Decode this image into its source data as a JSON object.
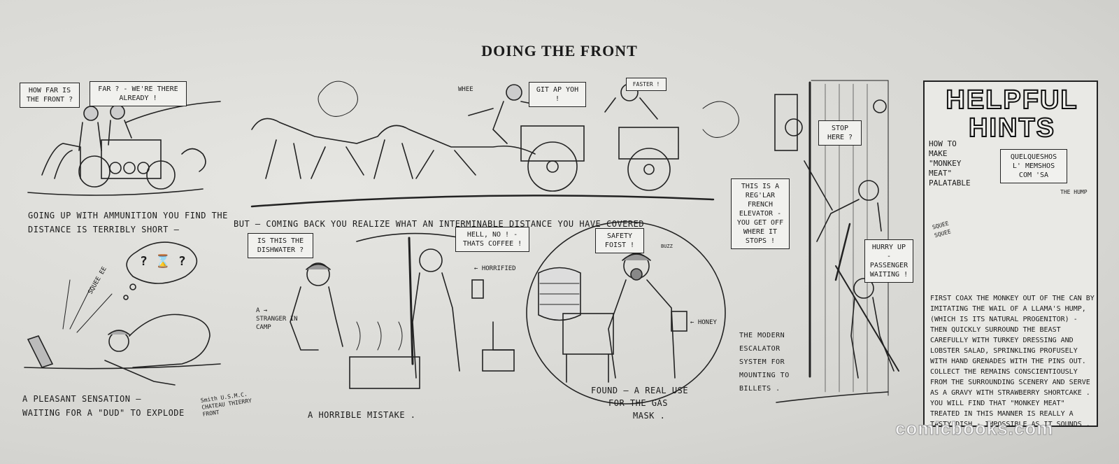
{
  "title": "DOING THE FRONT",
  "panels": {
    "p1": {
      "bubble_a": "HOW FAR IS THE FRONT ?",
      "bubble_b": "FAR ? - WE'RE THERE ALREADY !",
      "caption_1": "GOING UP WITH AMMUNITION YOU FIND THE",
      "caption_2": "DISTANCE IS TERRIBLY SHORT —"
    },
    "p2": {
      "sound": "WHEE",
      "bubble_a": "GIT AP YOH !",
      "bubble_b": "FASTER !",
      "caption": "BUT — COMING BACK YOU REALIZE WHAT AN INTERMINABLE DISTANCE YOU HAVE COVERED"
    },
    "p3": {
      "sound": "SQUEE EE",
      "thought": "? ⌛ ?",
      "caption_1": "A PLEASANT SENSATION —",
      "caption_2": "WAITING FOR A \"DUD\" TO EXPLODE",
      "signature": "Smith U.S.M.C. CHATEAU THIERRY FRONT"
    },
    "p4": {
      "bubble_a": "IS THIS THE DISHWATER ?",
      "bubble_b": "HELL, NO ! - THATS COFFEE !",
      "label_stranger": "A → STRANGER IN CAMP",
      "label_horrified": "← HORRIFIED",
      "caption": "A HORRIBLE MISTAKE ."
    },
    "p5": {
      "bubble": "SAFETY FOIST !",
      "sound": "BUZZ",
      "label_honey": "← HONEY",
      "caption_1": "FOUND — A REAL USE",
      "caption_2": "FOR THE GAS",
      "caption_3": "MASK ."
    },
    "p6": {
      "bubble_a": "STOP HERE ?",
      "bubble_b": "THIS IS A REG'LAR FRENCH ELEVATOR - YOU GET OFF WHERE IT STOPS !",
      "bubble_c": "HURRY UP - PASSENGER WAITING !",
      "caption": "THE MODERN ESCALATOR SYSTEM FOR MOUNTING TO BILLETS ."
    },
    "hints": {
      "title": "HELPFUL HINTS",
      "subtitle": "HOW TO MAKE \"MONKEY MEAT\" PALATABLE",
      "bubble": "QUELQUESHOS L' MEMSHOS COM 'SA",
      "label_hump": "THE HUMP",
      "sound": "SQUEE SQUEE",
      "body": "FIRST COAX THE MONKEY OUT OF THE CAN BY IMITATING THE WAIL OF A LLAMA'S HUMP, (WHICH IS ITS NATURAL PROGENITOR) - THEN QUICKLY SURROUND THE BEAST CAREFULLY WITH TURKEY DRESSING AND LOBSTER SALAD, SPRINKLING PROFUSELY WITH HAND GRENADES WITH THE PINS OUT. COLLECT THE REMAINS CONSCIENTIOUSLY FROM THE SURROUNDING SCENERY AND SERVE AS A GRAVY WITH STRAWBERRY SHORTCAKE . YOU WILL FIND THAT \"MONKEY MEAT\" TREATED IN THIS MANNER IS REALLY A TASTY DISH - IMPOSSIBLE AS IT SOUNDS ."
    }
  },
  "watermark": "comicbooks.com"
}
